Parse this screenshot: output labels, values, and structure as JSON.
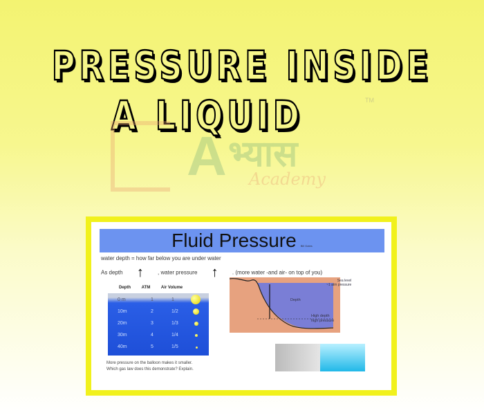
{
  "title": {
    "line1": "PRESSURE INSIDE",
    "line2": "A LIQUID"
  },
  "watermark": {
    "letter": "A",
    "hindi": "भ्यास",
    "subtitle": "Academy",
    "tm": "TM"
  },
  "slide": {
    "heading": "Fluid Pressure",
    "heading_small": "Bill Gates",
    "line1": "water depth = how far below you are under water",
    "line2_a": "As depth",
    "line2_b": ",  water pressure",
    "line2_c": ".  (more water -and air- on top of you)",
    "arrow": "↑",
    "table": {
      "headers": [
        "Depth",
        "ATM",
        "Air Volume"
      ],
      "rows": [
        [
          "0 m",
          "1",
          "1"
        ],
        [
          "10m",
          "2",
          "1/2"
        ],
        [
          "20m",
          "3",
          "1/3"
        ],
        [
          "30m",
          "4",
          "1/4"
        ],
        [
          "40m",
          "5",
          "1/5"
        ]
      ]
    },
    "caption1": "More pressure on the balloon makes it smaller.",
    "caption2": "Which gas law does this demonstrate? Explain.",
    "diagram": {
      "sea_level": "Sea level",
      "sea_pressure": "~1 atm pressure",
      "depth": "Depth",
      "high1": "High depth",
      "high2": "high pressure"
    }
  }
}
